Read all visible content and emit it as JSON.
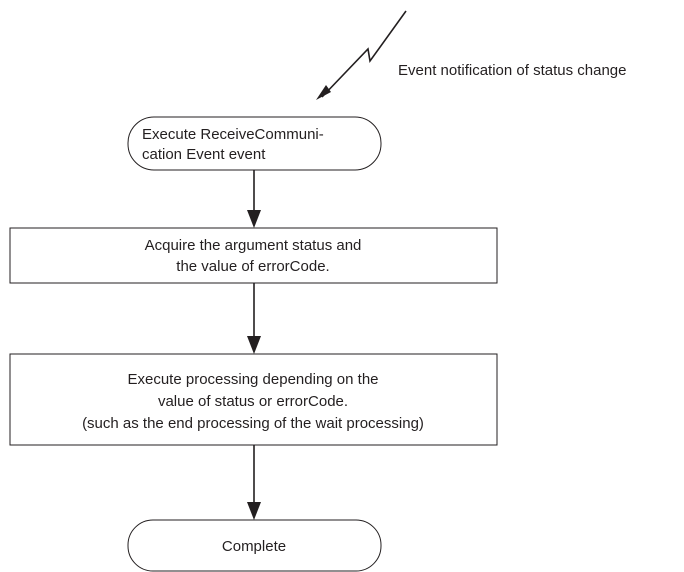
{
  "event_notification": {
    "label": "Event notification of status change"
  },
  "steps": [
    {
      "type": "terminator",
      "lines": [
        "Execute ReceiveCommuni-",
        "cation Event event"
      ]
    },
    {
      "type": "process",
      "lines": [
        "Acquire the argument status and",
        "the value of errorCode."
      ]
    },
    {
      "type": "process",
      "lines": [
        "Execute processing depending on the",
        "value of status or errorCode.",
        "(such as the end processing of the wait processing)"
      ]
    },
    {
      "type": "terminator",
      "lines": [
        "Complete"
      ]
    }
  ]
}
